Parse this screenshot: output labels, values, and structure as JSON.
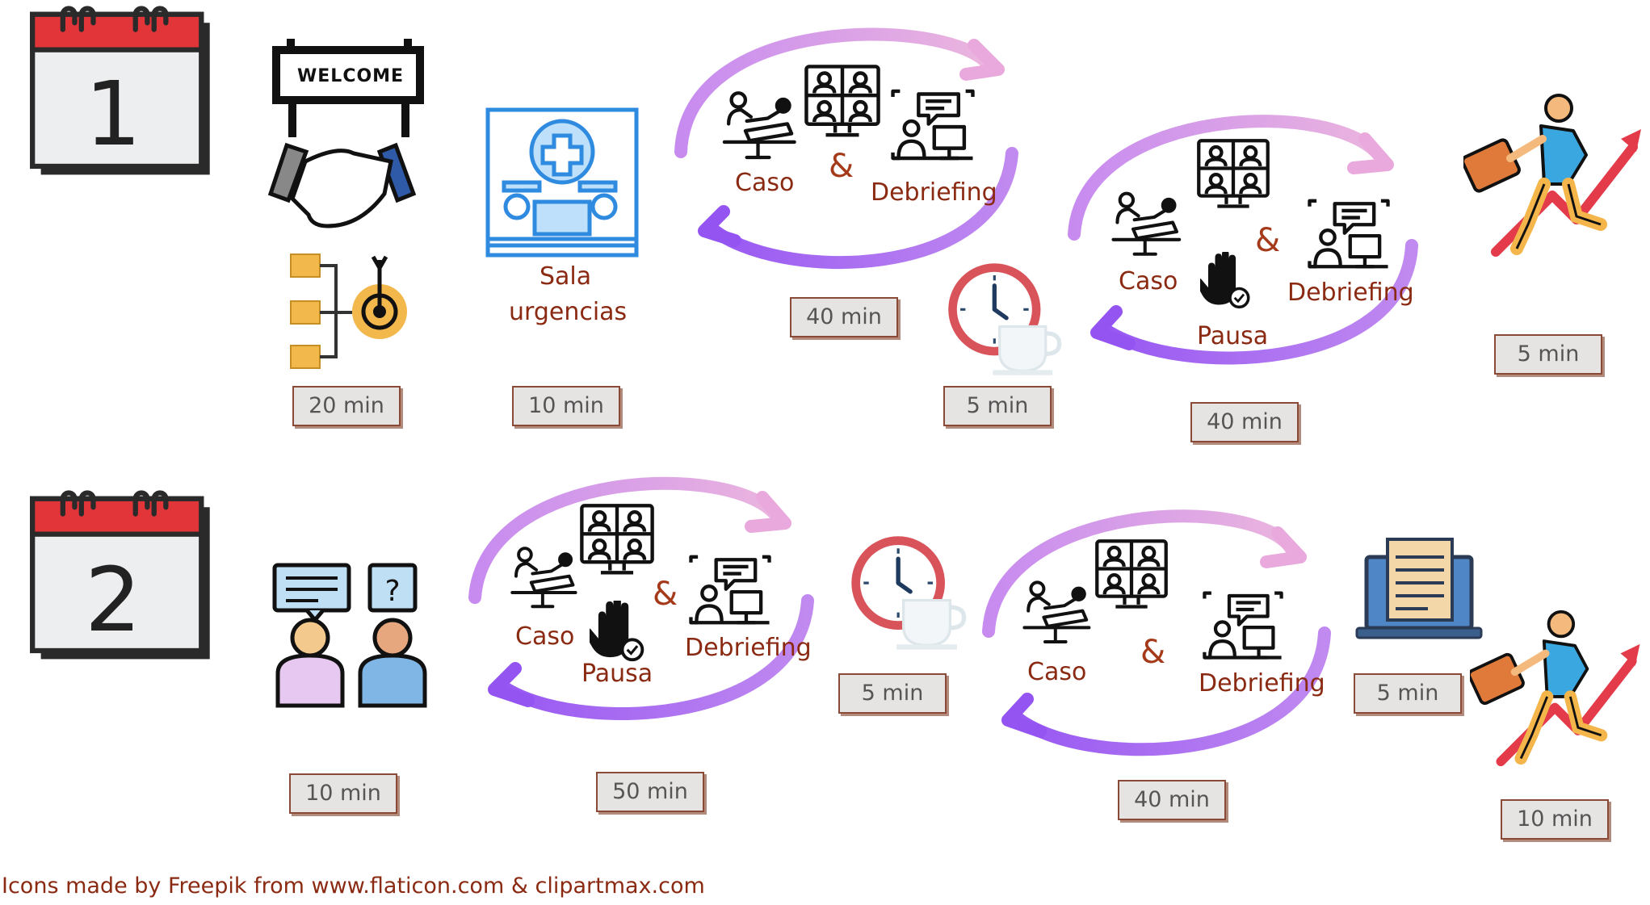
{
  "colors": {
    "label": "#8B2A12",
    "cycle_light": "#E8A4DB",
    "cycle_dark": "#9B5CF0",
    "calendar_red": "#E2353A",
    "time_box": "#e6e4e3"
  },
  "day1": {
    "calendar_number": "1",
    "welcome_sign": "WELCOME",
    "sala_label_1": "Sala",
    "sala_label_2": "urgencias",
    "cycle1": {
      "caso": "Caso",
      "amp": "&",
      "debriefing": "Debriefing"
    },
    "cycle2": {
      "caso": "Caso",
      "amp": "&",
      "debriefing": "Debriefing",
      "pausa": "Pausa"
    },
    "times": [
      "20 min",
      "10 min",
      "40 min",
      "5 min",
      "40 min",
      "5 min"
    ],
    "icons": [
      "calendar-icon",
      "welcome-sign-icon",
      "handshake-icon",
      "objectives-icon",
      "emergency-room-icon",
      "simulation-cycle-icon",
      "coffee-break-icon",
      "simulation-cycle-icon",
      "success-climb-icon"
    ]
  },
  "day2": {
    "calendar_number": "2",
    "cycle1": {
      "caso": "Caso",
      "amp": "&",
      "debriefing": "Debriefing",
      "pausa": "Pausa"
    },
    "cycle2": {
      "caso": "Caso",
      "amp": "&",
      "debriefing": "Debriefing"
    },
    "times": [
      "10 min",
      "50 min",
      "5 min",
      "40 min",
      "5 min",
      "10 min"
    ],
    "icons": [
      "calendar-icon",
      "discussion-icon",
      "simulation-cycle-icon",
      "coffee-break-icon",
      "simulation-cycle-icon",
      "survey-laptop-icon",
      "success-climb-icon"
    ]
  },
  "credit": "Icons made by Freepik from www.flaticon.com & clipartmax.com"
}
